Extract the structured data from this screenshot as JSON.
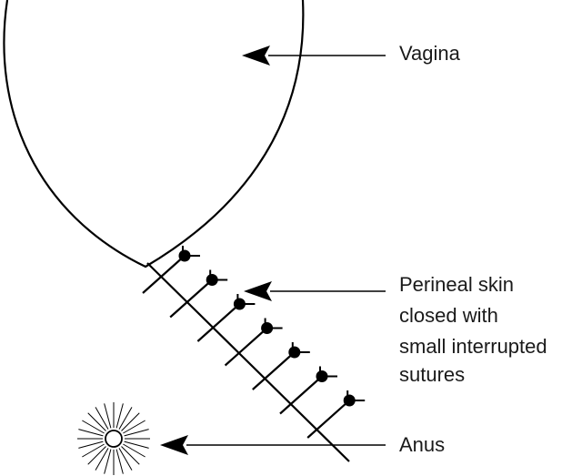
{
  "labels": {
    "vagina": "Vagina",
    "perineal_line1": "Perineal skin",
    "perineal_line2": "closed with",
    "perineal_line3": "small interrupted",
    "perineal_line4": "sutures",
    "anus": "Anus"
  },
  "colors": {
    "stroke": "#000000",
    "text": "#1a1a1a"
  },
  "suture_count": 7
}
